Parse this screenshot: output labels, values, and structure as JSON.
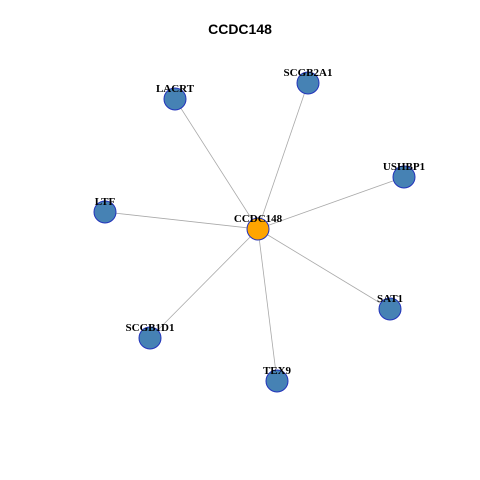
{
  "title": "CCDC148",
  "colors": {
    "center_fill": "#FFA500",
    "neighbor_fill": "#4682B4",
    "node_stroke": "#2233BB",
    "edge": "#A9A9A9"
  },
  "network": {
    "center": "CCDC148",
    "nodes": [
      "CCDC148",
      "SCGB2A1",
      "LACRT",
      "USHBP1",
      "LTF",
      "SAT1",
      "SCGB1D1",
      "TEX9"
    ],
    "edges": [
      [
        "CCDC148",
        "SCGB2A1"
      ],
      [
        "CCDC148",
        "LACRT"
      ],
      [
        "CCDC148",
        "USHBP1"
      ],
      [
        "CCDC148",
        "LTF"
      ],
      [
        "CCDC148",
        "SAT1"
      ],
      [
        "CCDC148",
        "SCGB1D1"
      ],
      [
        "CCDC148",
        "TEX9"
      ]
    ]
  }
}
